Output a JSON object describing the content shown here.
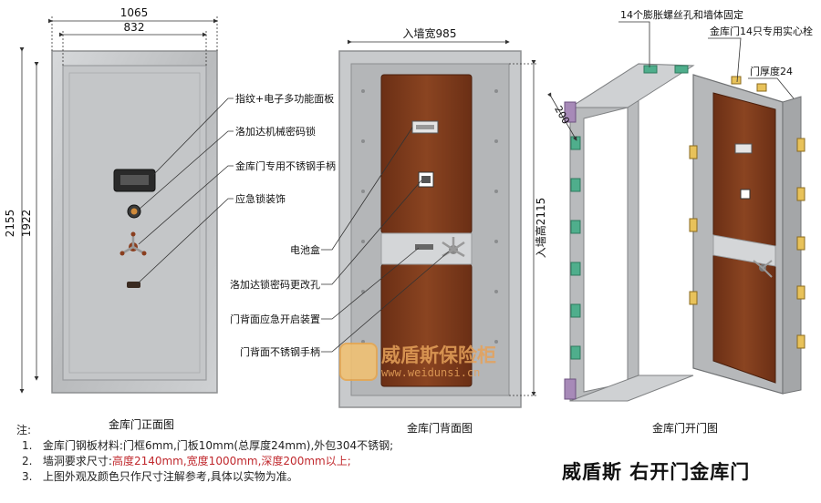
{
  "front_view": {
    "caption": "金库门正面图",
    "dim_outer_width": "1065",
    "dim_inner_width": "832",
    "dim_outer_height": "2155",
    "dim_inner_height": "1922",
    "callouts": [
      "指纹+电子多功能面板",
      "洛加达机械密码锁",
      "金库门专用不锈钢手柄",
      "应急锁装饰"
    ]
  },
  "back_view": {
    "caption": "金库门背面图",
    "dim_wall_width": "入墙宽985",
    "dim_wall_height": "入墙高2115",
    "callouts": [
      "电池盒",
      "洛加达锁密码更改孔",
      "门背面应急开启装置",
      "门背面不锈钢手柄"
    ]
  },
  "open_view": {
    "caption": "金库门开门图",
    "dim_depth": "200",
    "callouts": [
      "14个膨胀螺丝孔和墙体固定",
      "金库门14只专用实心栓",
      "门厚度24"
    ]
  },
  "notes": {
    "label": "注:",
    "items": [
      {
        "num": "1.",
        "text": "金库门钢板材料:门框6mm,门板10mm(总厚度24mm),外包304不锈钢;"
      },
      {
        "num": "2.",
        "prefix": "墙洞要求尺寸:",
        "highlight": "高度2140mm,宽度1000mm,深度200mm以上;"
      },
      {
        "num": "3.",
        "text": "上图外观及颜色只作尺寸注解参考,具体以实物为准。"
      }
    ]
  },
  "brand_title": "威盾斯  右开门金库门",
  "watermark": {
    "name": "威盾斯保险柜",
    "url": "www.weidunsi.cn"
  },
  "colors": {
    "steel": "#c9cbcd",
    "steel_dark": "#9a9c9e",
    "panel_brown": "#7a3a1c",
    "green_bracket": "#4fae8c",
    "purple_frame": "#a78ab8",
    "note_red": "#c0282d"
  }
}
